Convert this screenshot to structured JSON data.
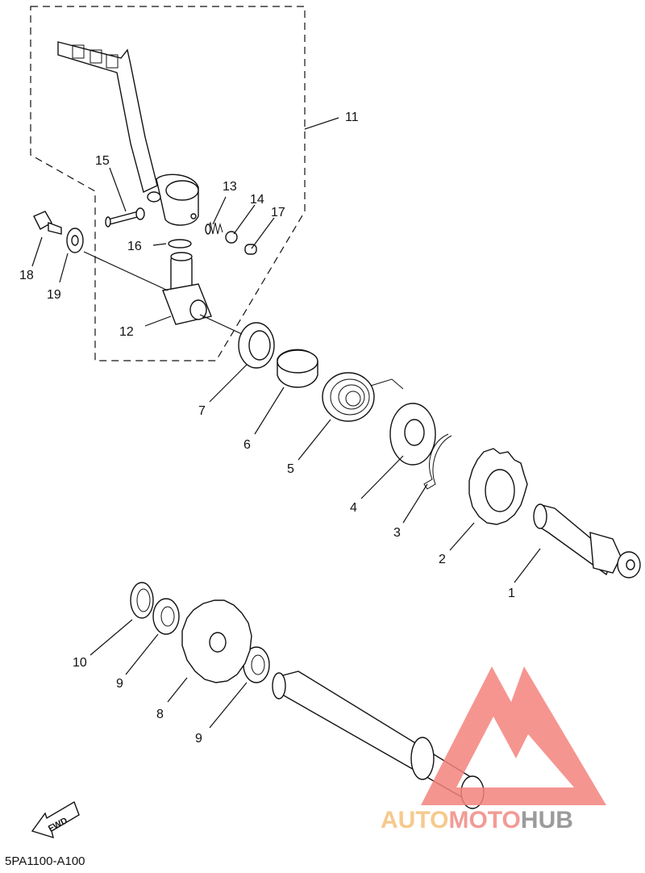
{
  "callouts": [
    {
      "id": "p1",
      "text": "1"
    },
    {
      "id": "p2",
      "text": "2"
    },
    {
      "id": "p3",
      "text": "3"
    },
    {
      "id": "p4",
      "text": "4"
    },
    {
      "id": "p5",
      "text": "5"
    },
    {
      "id": "p6",
      "text": "6"
    },
    {
      "id": "p7",
      "text": "7"
    },
    {
      "id": "p8",
      "text": "8"
    },
    {
      "id": "p9a",
      "text": "9"
    },
    {
      "id": "p9b",
      "text": "9"
    },
    {
      "id": "p10",
      "text": "10"
    },
    {
      "id": "p11",
      "text": "11"
    },
    {
      "id": "p12",
      "text": "12"
    },
    {
      "id": "p13",
      "text": "13"
    },
    {
      "id": "p14",
      "text": "14"
    },
    {
      "id": "p15",
      "text": "15"
    },
    {
      "id": "p16",
      "text": "16"
    },
    {
      "id": "p17",
      "text": "17"
    },
    {
      "id": "p18",
      "text": "18"
    },
    {
      "id": "p19",
      "text": "19"
    }
  ],
  "fwd_label": "FWD",
  "diagram_code": "5PA1100-A100",
  "watermark": {
    "auto": "AUTO",
    "moto": "MOTO",
    "hub": "HUB",
    "colors": {
      "light": "#f5c07a",
      "accent": "#f08a84",
      "dark": "#8a8a8a",
      "logo": "#f4837d"
    }
  }
}
